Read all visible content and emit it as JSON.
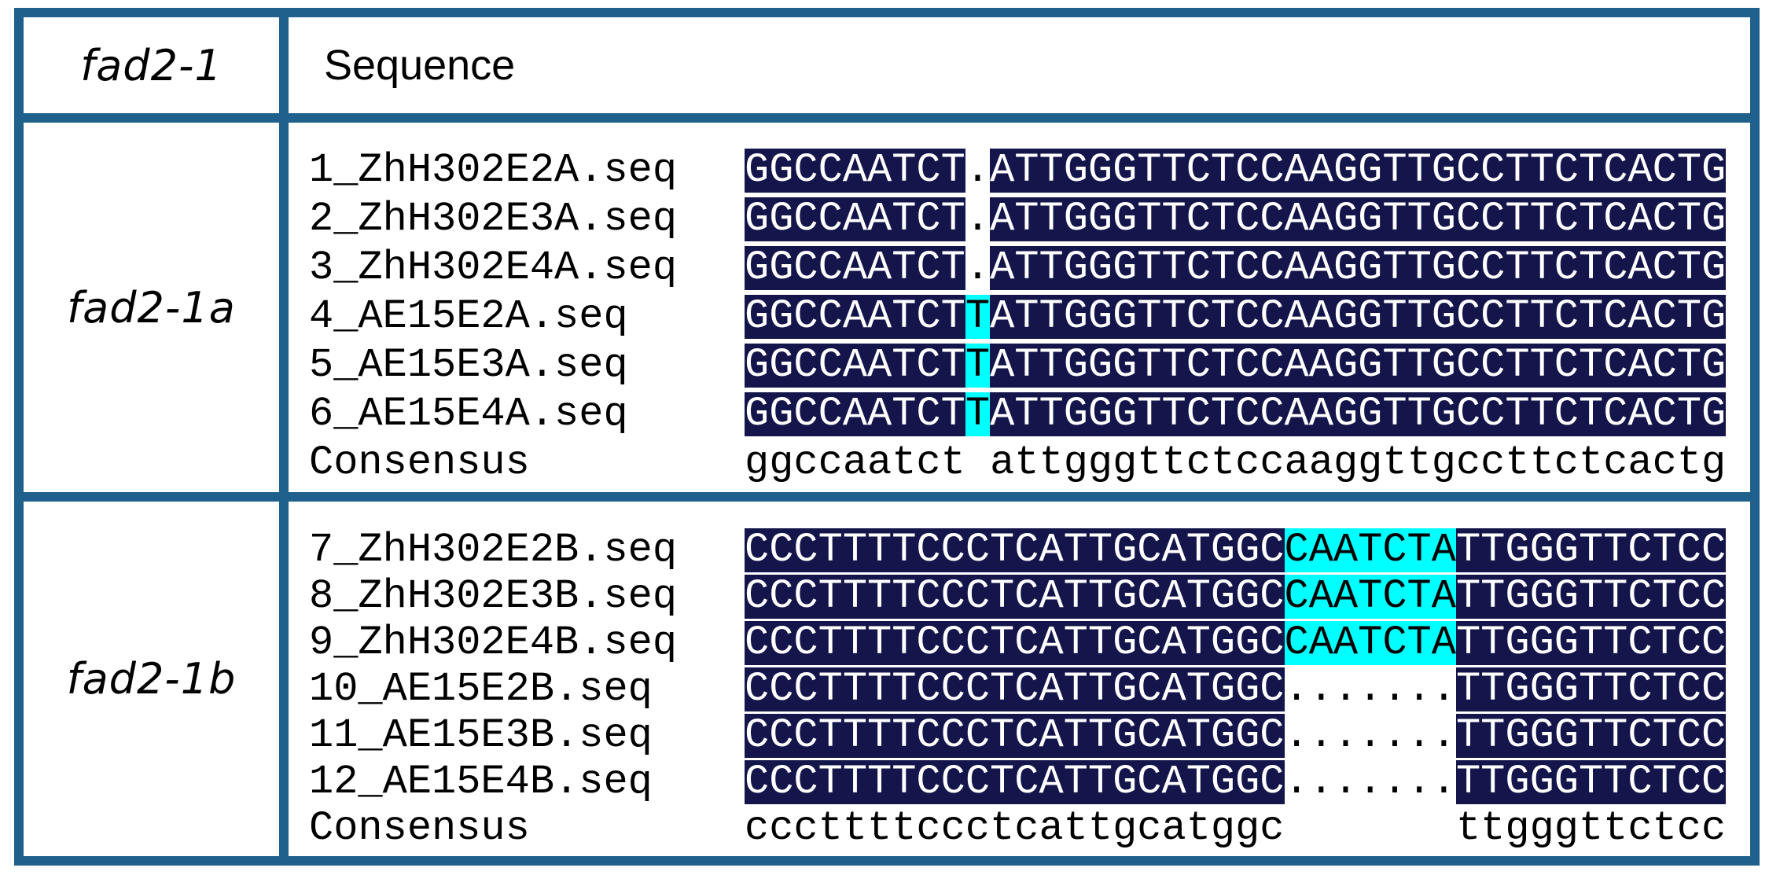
{
  "header": {
    "row_label": "fad2-1",
    "column_label": "Sequence"
  },
  "colors": {
    "table_border": "#1f618c",
    "match_background": "#14154a",
    "match_text": "#ffffff",
    "variant_background": "#00ffff",
    "plain_text": "#000000"
  },
  "groups": [
    {
      "label": "fad2-1a",
      "rows": [
        {
          "name": "1_ZhH302E2A.seq",
          "segments": [
            {
              "text": "GGCCAATCT",
              "style": "match"
            },
            {
              "text": ".",
              "style": "gap"
            },
            {
              "text": "ATTGGGTTCTCCAAGGTTGCCTTCTCACTG",
              "style": "match"
            }
          ]
        },
        {
          "name": "2_ZhH302E3A.seq",
          "segments": [
            {
              "text": "GGCCAATCT",
              "style": "match"
            },
            {
              "text": ".",
              "style": "gap"
            },
            {
              "text": "ATTGGGTTCTCCAAGGTTGCCTTCTCACTG",
              "style": "match"
            }
          ]
        },
        {
          "name": "3_ZhH302E4A.seq",
          "segments": [
            {
              "text": "GGCCAATCT",
              "style": "match"
            },
            {
              "text": ".",
              "style": "gap"
            },
            {
              "text": "ATTGGGTTCTCCAAGGTTGCCTTCTCACTG",
              "style": "match"
            }
          ]
        },
        {
          "name": "4_AE15E2A.seq",
          "segments": [
            {
              "text": "GGCCAATCT",
              "style": "match"
            },
            {
              "text": "T",
              "style": "variant"
            },
            {
              "text": "ATTGGGTTCTCCAAGGTTGCCTTCTCACTG",
              "style": "match"
            }
          ]
        },
        {
          "name": "5_AE15E3A.seq",
          "segments": [
            {
              "text": "GGCCAATCT",
              "style": "match"
            },
            {
              "text": "T",
              "style": "variant"
            },
            {
              "text": "ATTGGGTTCTCCAAGGTTGCCTTCTCACTG",
              "style": "match"
            }
          ]
        },
        {
          "name": "6_AE15E4A.seq",
          "segments": [
            {
              "text": "GGCCAATCT",
              "style": "match"
            },
            {
              "text": "T",
              "style": "variant"
            },
            {
              "text": "ATTGGGTTCTCCAAGGTTGCCTTCTCACTG",
              "style": "match"
            }
          ]
        },
        {
          "name": "Consensus",
          "segments": [
            {
              "text": "ggccaatct",
              "style": "consensus"
            },
            {
              "text": " ",
              "style": "consensus"
            },
            {
              "text": "attgggttctccaaggttgccttctcactg",
              "style": "consensus"
            }
          ]
        }
      ]
    },
    {
      "label": "fad2-1b",
      "rows": [
        {
          "name": "7_ZhH302E2B.seq",
          "segments": [
            {
              "text": "CCCTTTTCCCTCATTGCATGGC",
              "style": "match"
            },
            {
              "text": "CAATCTA",
              "style": "variant"
            },
            {
              "text": "TTGGGTTCTCC",
              "style": "match"
            }
          ]
        },
        {
          "name": "8_ZhH302E3B.seq",
          "segments": [
            {
              "text": "CCCTTTTCCCTCATTGCATGGC",
              "style": "match"
            },
            {
              "text": "CAATCTA",
              "style": "variant"
            },
            {
              "text": "TTGGGTTCTCC",
              "style": "match"
            }
          ]
        },
        {
          "name": "9_ZhH302E4B.seq",
          "segments": [
            {
              "text": "CCCTTTTCCCTCATTGCATGGC",
              "style": "match"
            },
            {
              "text": "CAATCTA",
              "style": "variant"
            },
            {
              "text": "TTGGGTTCTCC",
              "style": "match"
            }
          ]
        },
        {
          "name": "10_AE15E2B.seq",
          "segments": [
            {
              "text": "CCCTTTTCCCTCATTGCATGGC",
              "style": "match"
            },
            {
              "text": ".......",
              "style": "gap"
            },
            {
              "text": "TTGGGTTCTCC",
              "style": "match"
            }
          ]
        },
        {
          "name": "11_AE15E3B.seq",
          "segments": [
            {
              "text": "CCCTTTTCCCTCATTGCATGGC",
              "style": "match"
            },
            {
              "text": ".......",
              "style": "gap"
            },
            {
              "text": "TTGGGTTCTCC",
              "style": "match"
            }
          ]
        },
        {
          "name": "12_AE15E4B.seq",
          "segments": [
            {
              "text": "CCCTTTTCCCTCATTGCATGGC",
              "style": "match"
            },
            {
              "text": ".......",
              "style": "gap"
            },
            {
              "text": "TTGGGTTCTCC",
              "style": "match"
            }
          ]
        },
        {
          "name": "Consensus",
          "segments": [
            {
              "text": "cccttttccctcattgcatggc",
              "style": "consensus"
            },
            {
              "text": "       ",
              "style": "consensus"
            },
            {
              "text": "ttgggttctcc",
              "style": "consensus"
            }
          ]
        }
      ]
    }
  ]
}
